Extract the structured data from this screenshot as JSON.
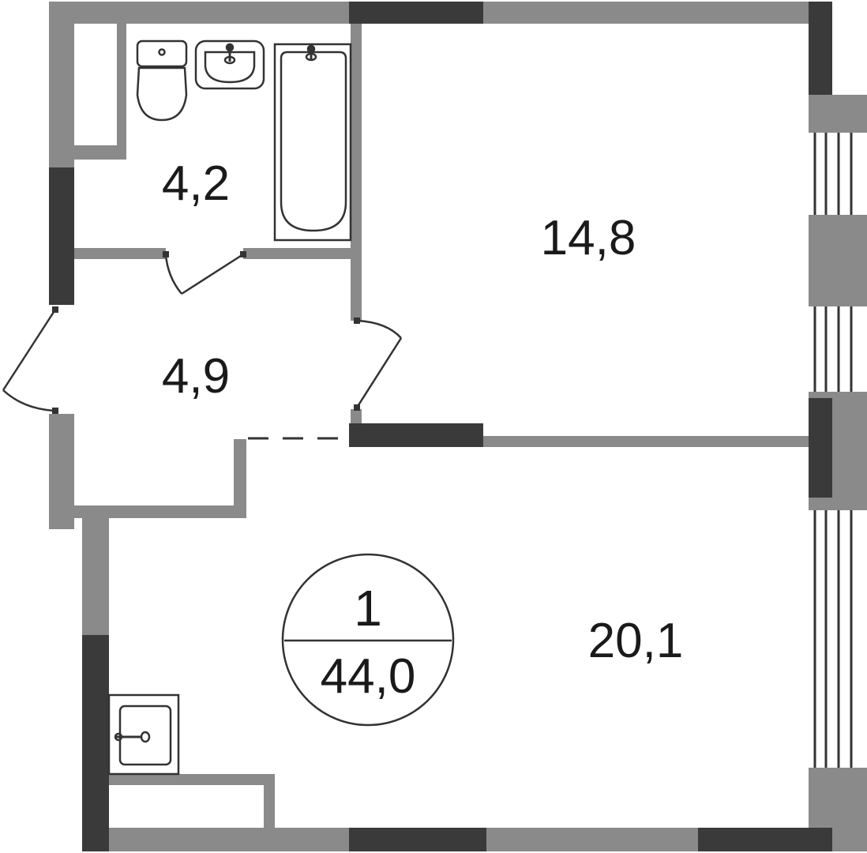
{
  "plan": {
    "rooms": [
      {
        "id": "bathroom",
        "area": "4,2"
      },
      {
        "id": "bedroom",
        "area": "14,8"
      },
      {
        "id": "hallway",
        "area": "4,9"
      },
      {
        "id": "living-room",
        "area": "20,1"
      }
    ],
    "badge": {
      "room_count": "1",
      "total_area": "44,0"
    }
  },
  "colors": {
    "wall_light": "#8a8a8a",
    "wall_dark": "#3a3a3a",
    "line": "#333333",
    "background": "#ffffff"
  }
}
